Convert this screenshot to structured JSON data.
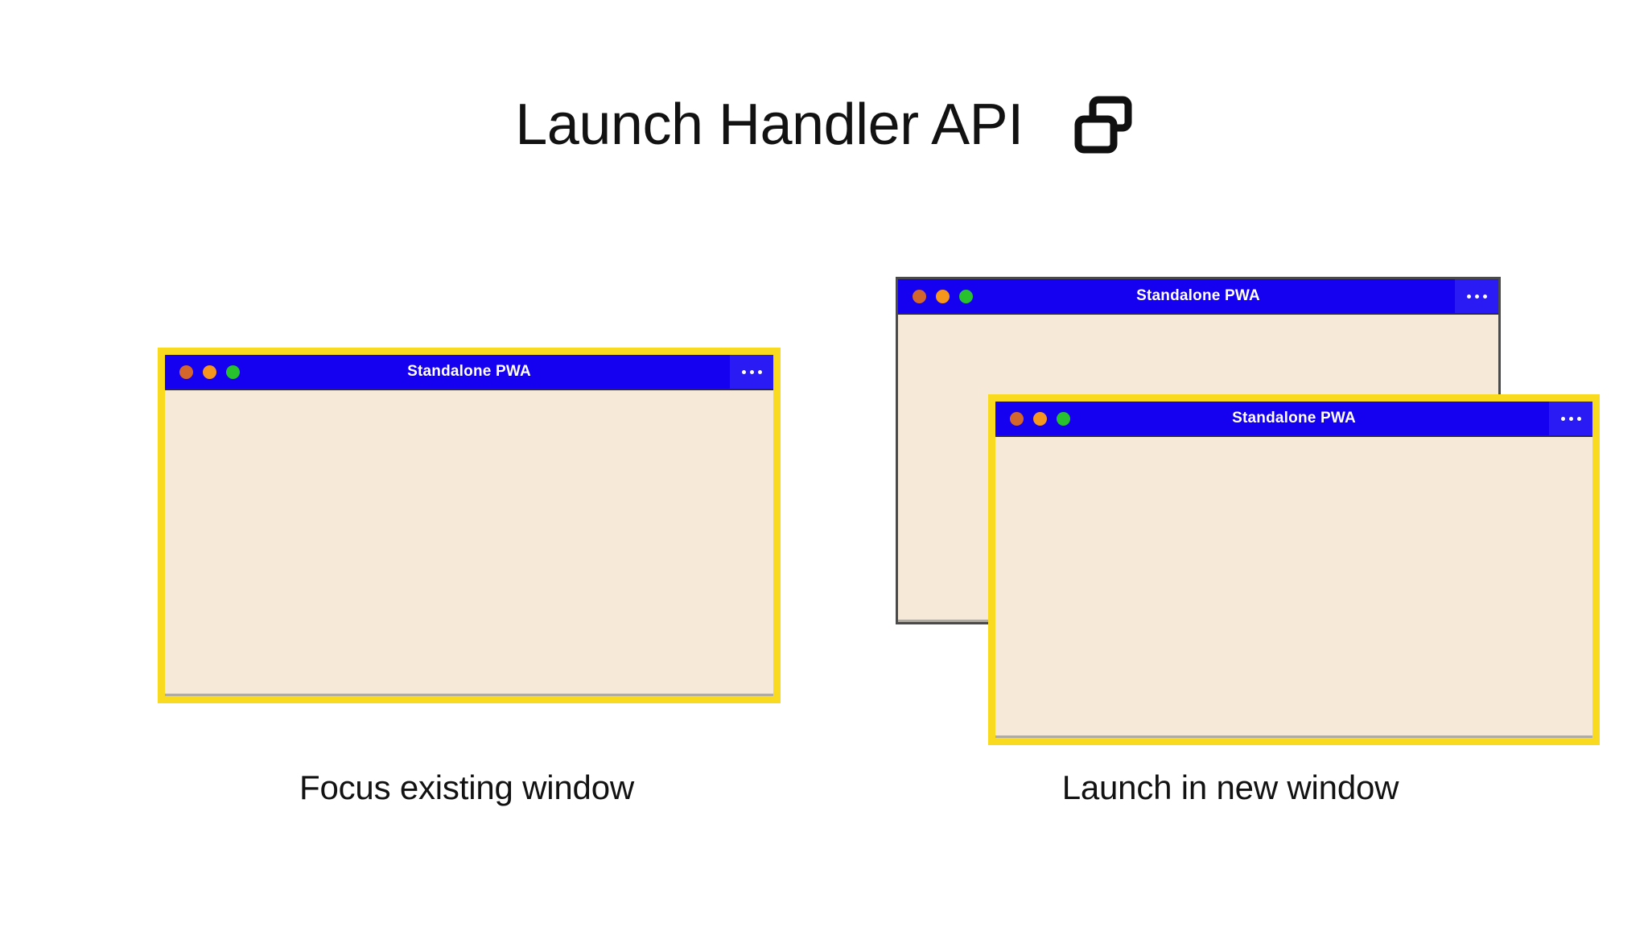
{
  "header": {
    "title": "Launch Handler API",
    "icon": "multi-window-icon"
  },
  "colors": {
    "titlebar_blue": "#1500ef",
    "menu_blue": "#2a1bf4",
    "window_body_cream": "#f7e9d8",
    "highlight_yellow": "#fada1e",
    "plain_border_grey": "#4a4a4a",
    "dot_red": "#d2662d",
    "dot_yellow": "#f7961d",
    "dot_green": "#27c22e",
    "text_black": "#121212",
    "page_background": "#ffffff"
  },
  "panels": [
    {
      "id": "focus-existing-window",
      "caption": "Focus existing window",
      "windows": [
        {
          "id": "focus-window",
          "title": "Standalone PWA",
          "highlighted": true,
          "menu_label": "…",
          "traffic_lights": [
            "close",
            "minimize",
            "maximize"
          ]
        }
      ]
    },
    {
      "id": "launch-in-new-window",
      "caption": "Launch in new window",
      "windows": [
        {
          "id": "background-window",
          "title": "Standalone PWA",
          "highlighted": false,
          "menu_label": "…",
          "traffic_lights": [
            "close",
            "minimize",
            "maximize"
          ]
        },
        {
          "id": "new-window",
          "title": "Standalone PWA",
          "highlighted": true,
          "menu_label": "…",
          "traffic_lights": [
            "close",
            "minimize",
            "maximize"
          ]
        }
      ]
    }
  ]
}
